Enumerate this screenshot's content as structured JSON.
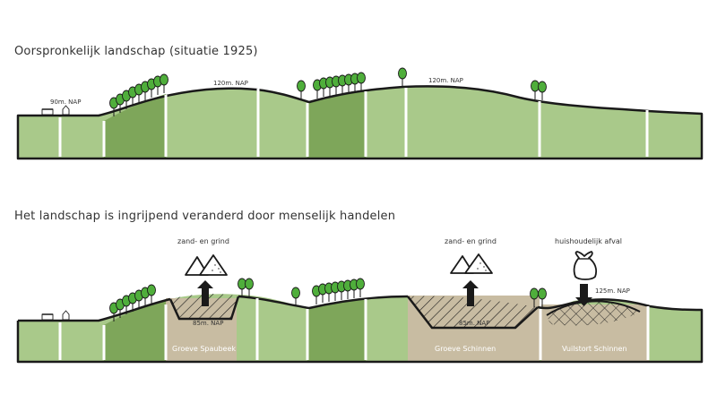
{
  "titles": {
    "original": "Oorspronkelijk landschap (situatie 1925)",
    "changed": "Het landschap is ingrijpend veranderd door menselijk handelen"
  },
  "top_labels": {
    "low": "90m. NAP",
    "mid": "120m. NAP",
    "right": "120m. NAP"
  },
  "bottom_labels": {
    "resource_a": "zand- en grind",
    "resource_b": "zand- en grind",
    "waste": "huishoudelijk afval",
    "depth_a": "85m. NAP",
    "depth_b": "85m. NAP",
    "height_c": "125m. NAP",
    "pit_a": "Groeve Spaubeek",
    "pit_b": "Groeve Schinnen",
    "pit_c": "Vuilstort Schinnen"
  },
  "colors": {
    "light_green": "#a9c98a",
    "dark_green": "#7ea65a",
    "tree_green": "#4fae3b",
    "quarry": "#c8bca2",
    "outline": "#1a1a1a"
  },
  "icons": [
    "sand-pile-icon",
    "arrow-up-icon",
    "arrow-down-icon",
    "garbage-bag-icon",
    "tree-icon",
    "house-icon"
  ]
}
